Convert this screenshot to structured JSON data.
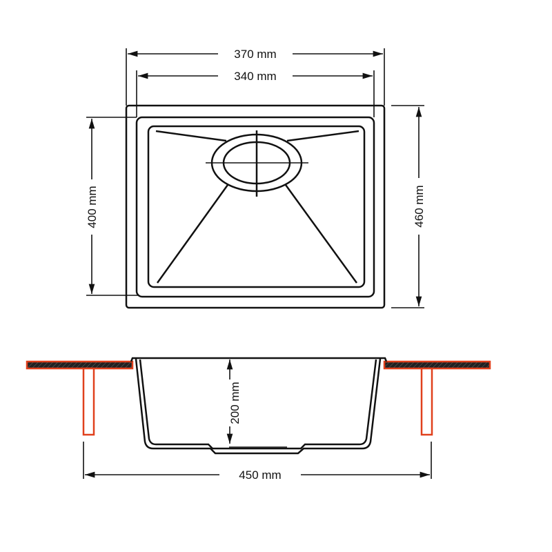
{
  "dimensions": {
    "outer_width": "370 mm",
    "inner_width": "340 mm",
    "inner_length": "400 mm",
    "outer_length": "460 mm",
    "depth": "200 mm",
    "cutout_width": "450 mm"
  },
  "colors": {
    "countertop_outline": "#e0401c",
    "lines": "#111111"
  }
}
